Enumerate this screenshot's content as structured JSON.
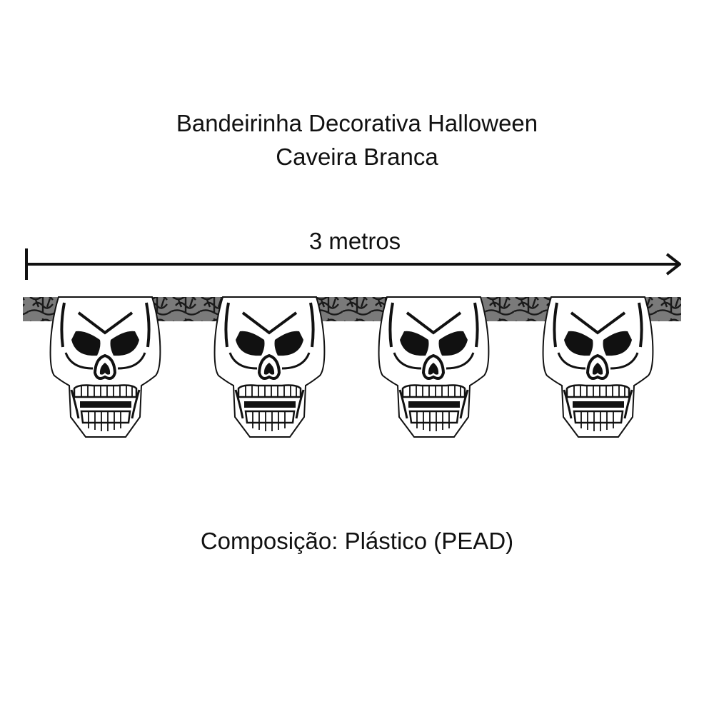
{
  "title": {
    "line1": "Bandeirinha Decorativa Halloween",
    "line2": "Caveira Branca"
  },
  "measure": {
    "label": "3 metros"
  },
  "composition": "Composição: Plástico (PEAD)",
  "banner": {
    "flag_count": 4,
    "flag_motif": "skull-icon",
    "strip_color": "#6b6b6b",
    "flag_color": "#ffffff"
  }
}
